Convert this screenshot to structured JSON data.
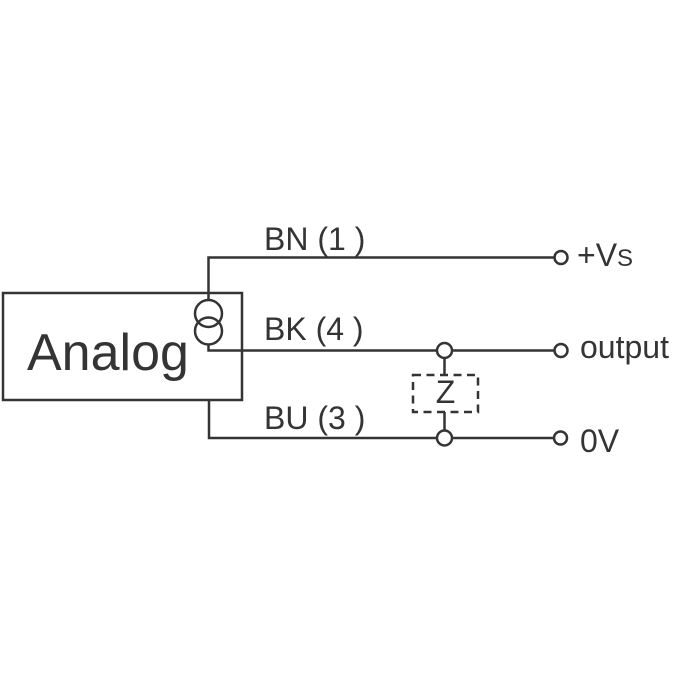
{
  "colors": {
    "background": "#ffffff",
    "stroke": "#343434",
    "text": "#343434"
  },
  "device": {
    "label": "Analog"
  },
  "wires": {
    "bn": {
      "label": "BN (1 )",
      "terminal_main": "+V",
      "terminal_sub": "S"
    },
    "bk": {
      "label": "BK (4 )",
      "terminal": "output"
    },
    "bu": {
      "label": "BU (3 )",
      "terminal": "0V"
    }
  },
  "load": {
    "label": "Z"
  }
}
